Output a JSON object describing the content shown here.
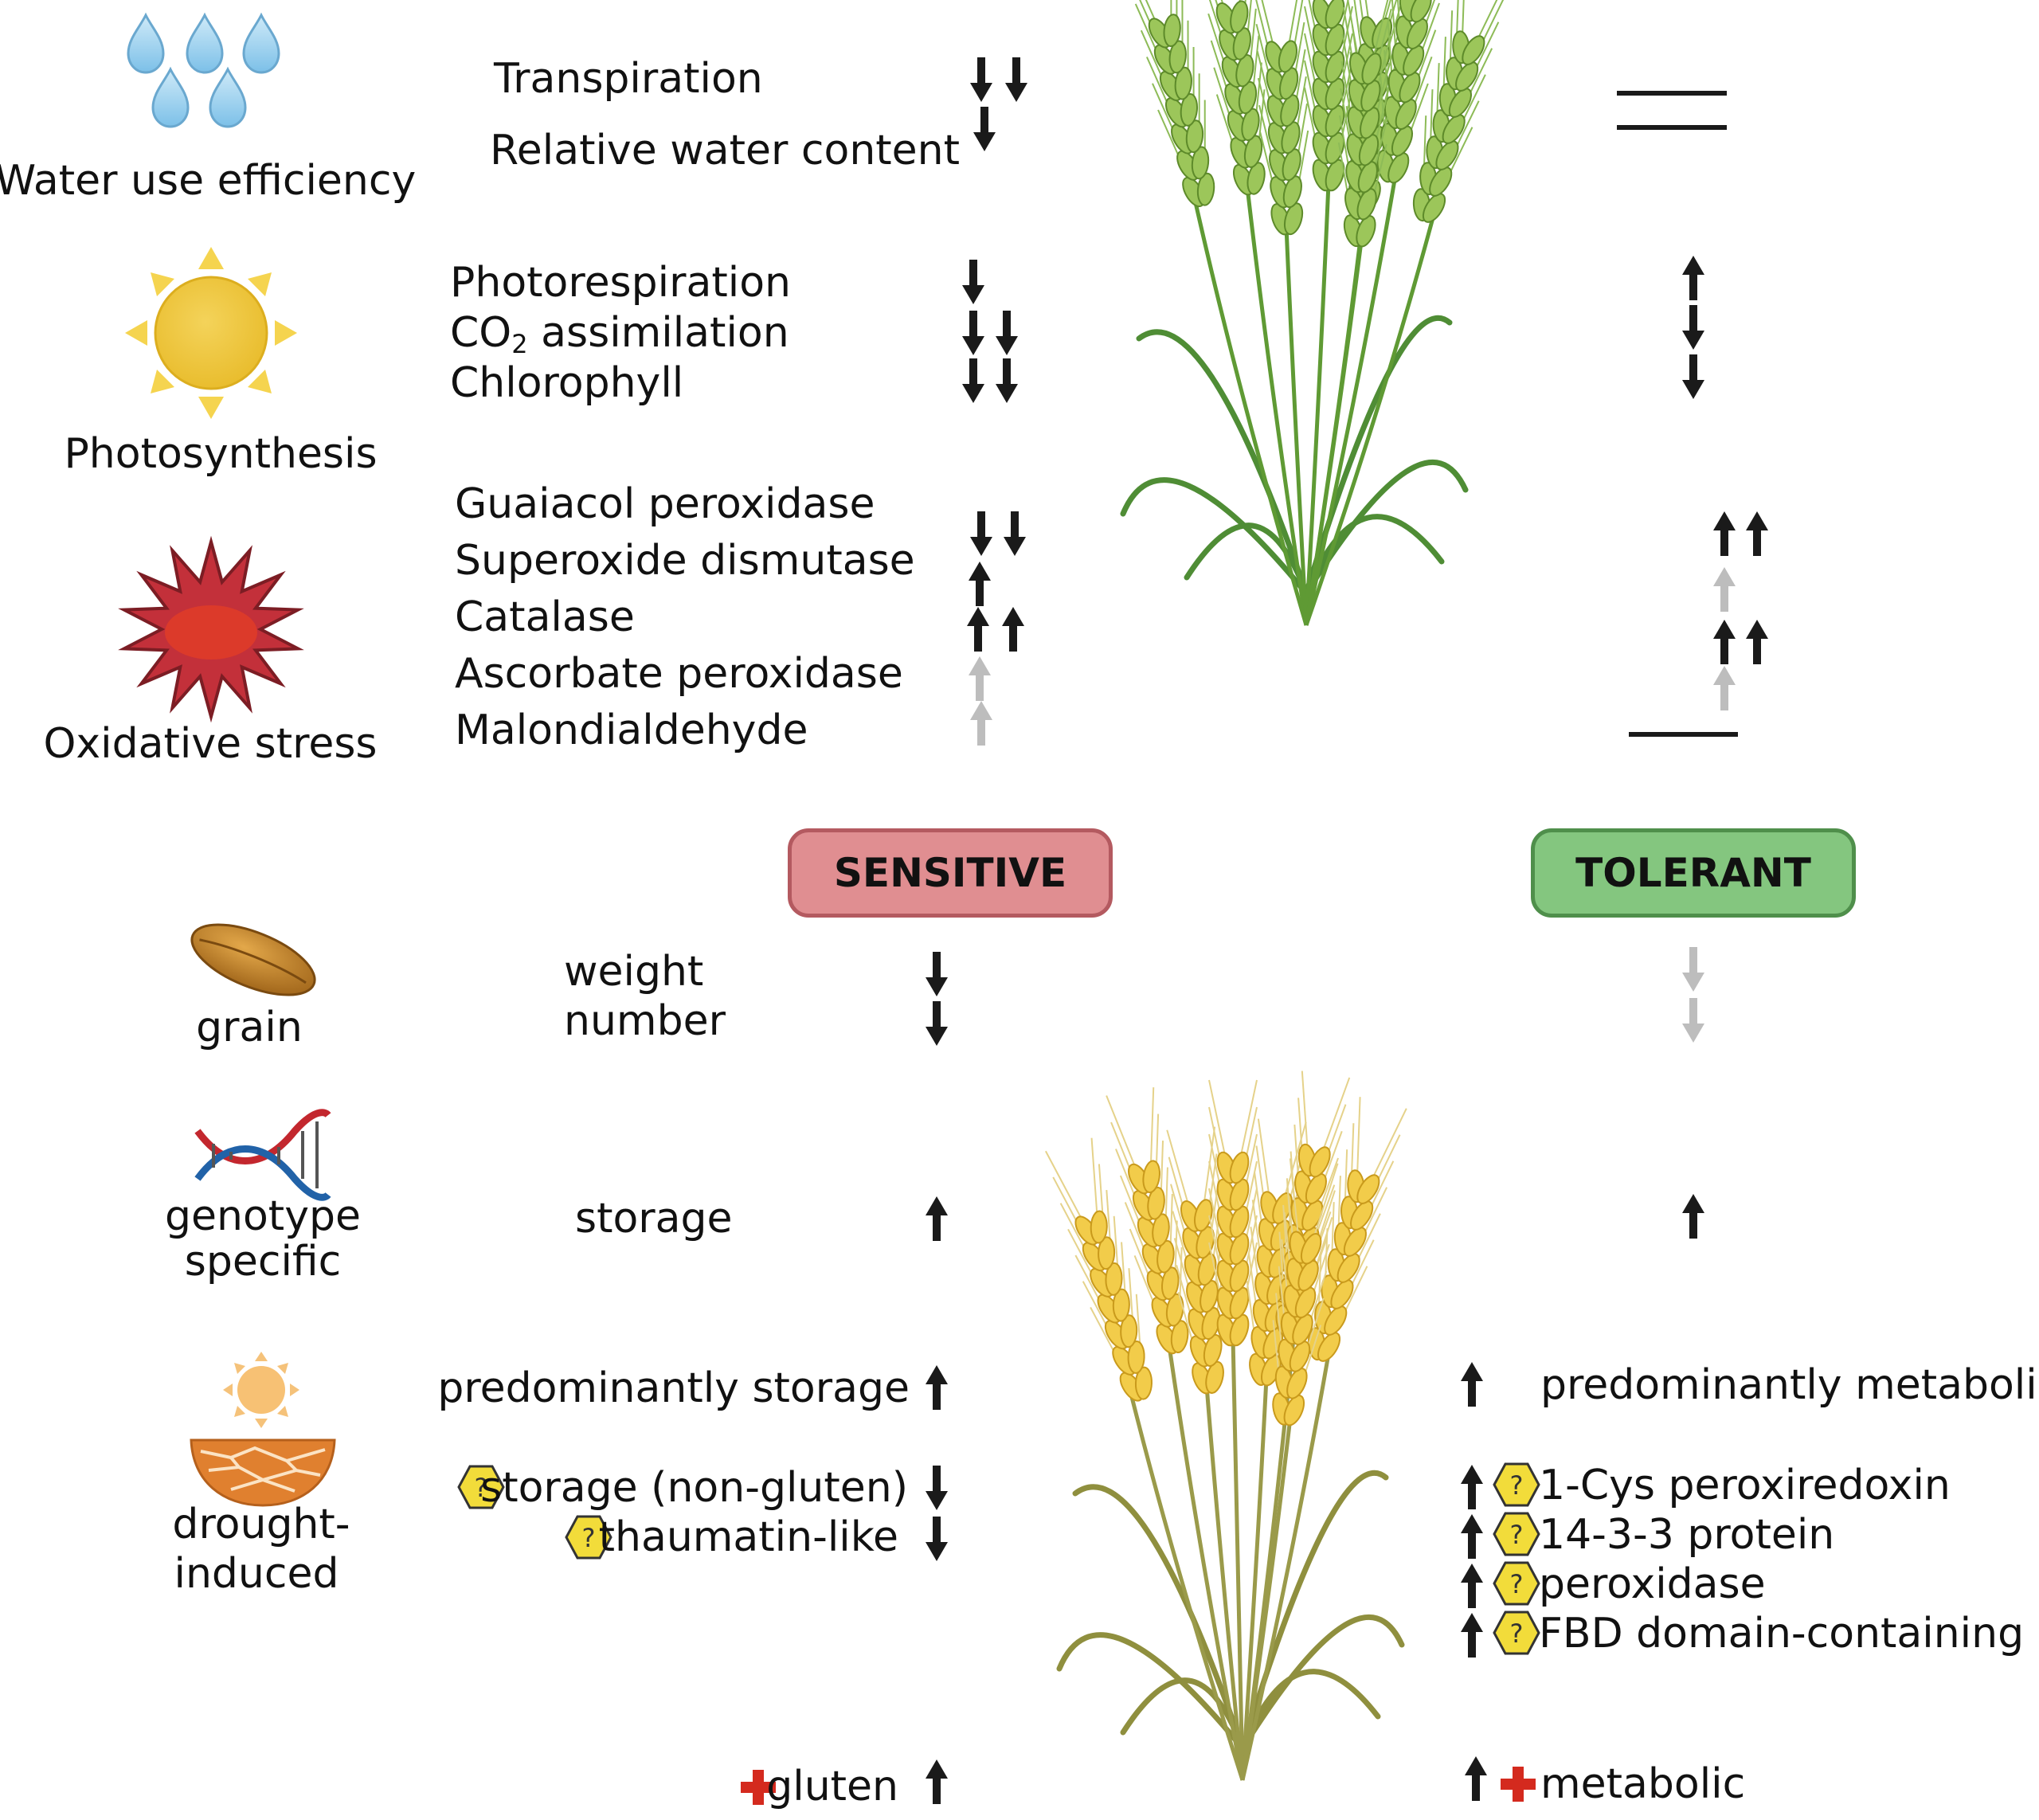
{
  "colors": {
    "arrow_dark": "#1a1a1a",
    "arrow_light": "#bdbdbd",
    "sensitive_fill": "#e08e91",
    "tolerant_fill": "#84c67f",
    "hex_fill": "#f2dc3a",
    "plus_red": "#d42a1e"
  },
  "categories": {
    "water": "Water use efficiency",
    "photosynthesis": "Photosynthesis",
    "oxidative": "Oxidative stress",
    "grain": "grain",
    "genotype_l1": "genotype",
    "genotype_l2": "specific",
    "drought_l1": "drought-",
    "drought_l2": "induced"
  },
  "labels": {
    "transpiration": "Transpiration",
    "relative_water": "Relative water content",
    "photorespiration": "Photorespiration",
    "co2_prefix": "CO",
    "co2_sub": "2",
    "co2_suffix": " assimilation",
    "chlorophyll": "Chlorophyll",
    "guaiacol": "Guaiacol peroxidase",
    "superoxide": "Superoxide dismutase",
    "catalase": "Catalase",
    "ascorbate": "Ascorbate peroxidase",
    "malondialdehyde": "Malondialdehyde",
    "weight": "weight",
    "number": "number",
    "storage": "storage",
    "pred_storage": "predominantly storage",
    "storage_nongluten": "storage (non-gluten)",
    "thaumatin": "thaumatin-like",
    "gluten": "gluten",
    "pred_metabolic": "predominantly metabolic",
    "cys_perox": "1-Cys peroxiredoxin",
    "protein_1433": "14-3-3 protein",
    "peroxidase": "peroxidase",
    "fbd": "FBD domain-containing",
    "metabolic": "metabolic"
  },
  "boxes": {
    "sensitive": "SENSITIVE",
    "tolerant": "TOLERANT"
  },
  "hex_mark": "?",
  "icons": [
    "water-drops-icon",
    "sun-icon",
    "oxidative-burst-icon",
    "grain-seed-icon",
    "dna-icon",
    "drought-icon",
    "wheat-green-icon",
    "wheat-golden-icon",
    "question-hex-icon",
    "plus-icon"
  ]
}
